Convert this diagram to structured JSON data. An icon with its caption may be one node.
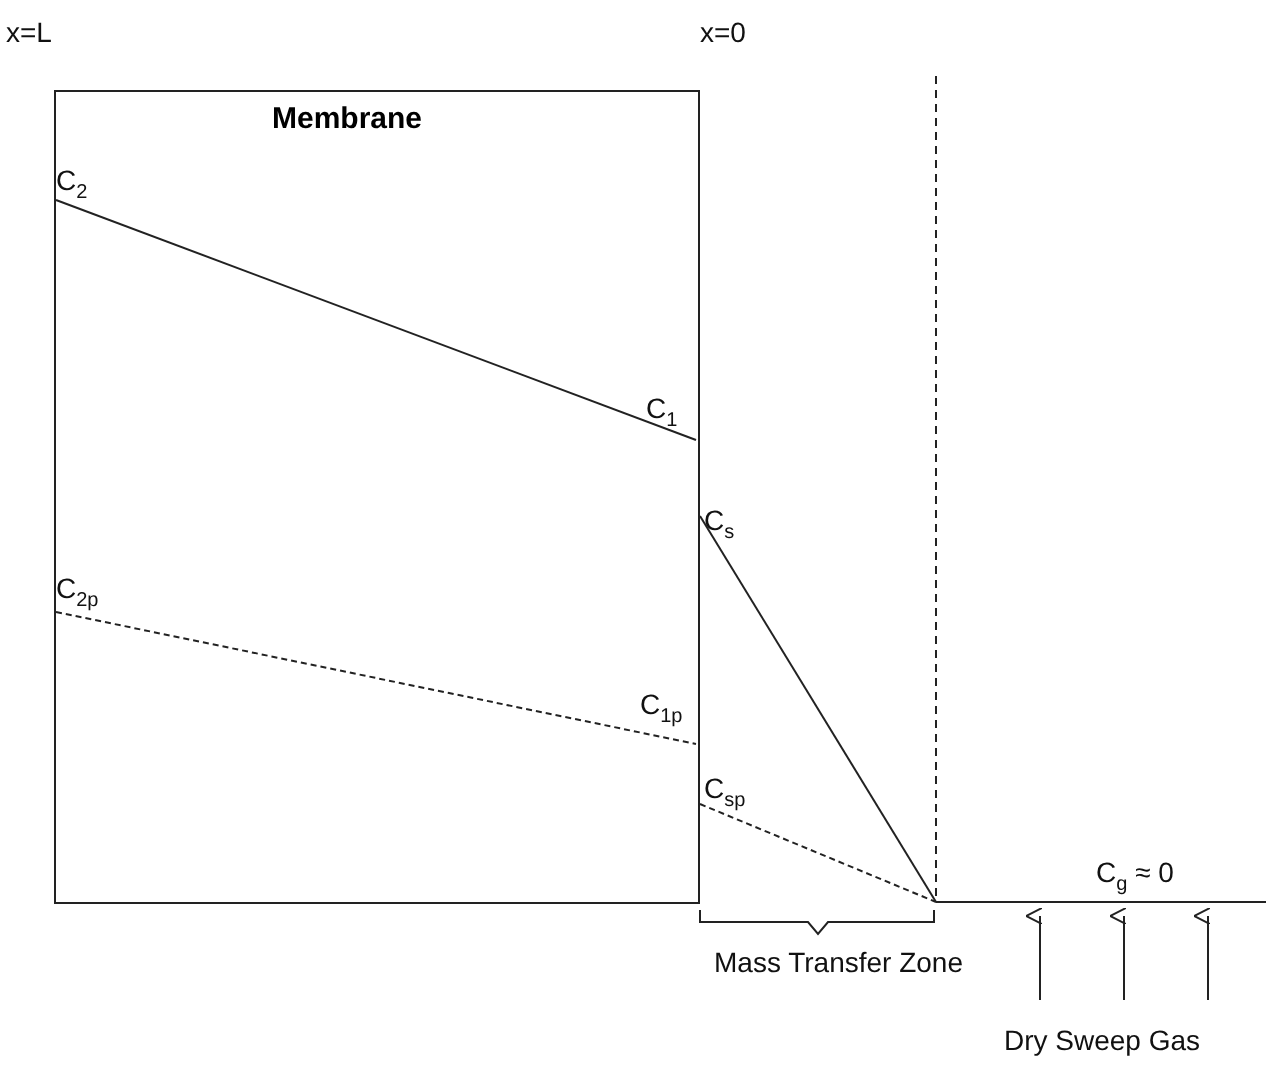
{
  "diagram": {
    "nodes": [
      {
        "text": [
          "Membrane"
        ]
      }
    ],
    "edges": [],
    "labels": [
      "x=L",
      "x=0",
      "C$_{2}$",
      "C$_{1}$",
      "C$_{s}$",
      "C$_{2p}$",
      "C$_{1p}$",
      "C$_{sp}$",
      "C$_{g}$ ≈ 0",
      "Mass Transfer Zone",
      "Dry Sweep Gas"
    ]
  }
}
